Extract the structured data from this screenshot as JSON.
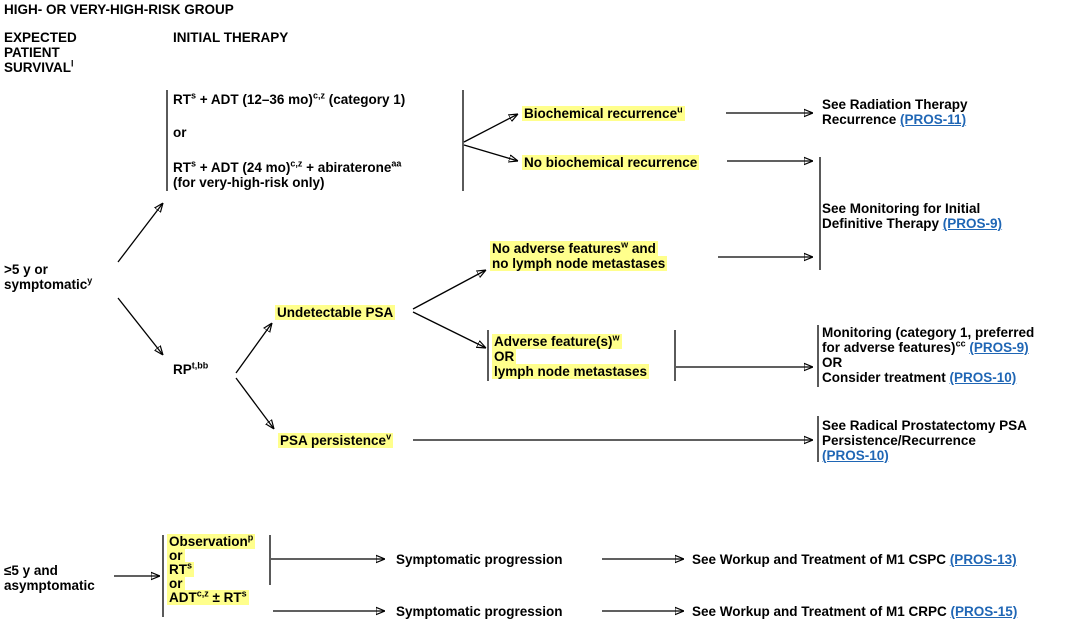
{
  "page_header": "HIGH- OR VERY-HIGH-RISK GROUP",
  "column_headers": {
    "expected_survival": [
      "EXPECTED",
      "PATIENT",
      "SURVIVAL"
    ],
    "expected_survival_sup": "l",
    "initial_therapy": "INITIAL THERAPY"
  },
  "survival_groups": {
    "long": {
      "line1": "&gt;5 y or",
      "line2": "symptomatic",
      "sup": "y"
    },
    "short": {
      "line1": "≤5 y and",
      "line2": "asymptomatic"
    }
  },
  "rt_branch": {
    "option1": {
      "a": "RT",
      "a_sup": "s",
      "b": " + ADT (12–36 mo)",
      "b_sup": "c,z",
      "c": " (category 1)"
    },
    "or": "or",
    "option2": {
      "a": "RT",
      "a_sup": "s",
      "b": " + ADT (24 mo)",
      "b_sup": "c,z",
      "c": " + abiraterone",
      "c_sup": "aa"
    },
    "option2_note": "(for very-high-risk only)",
    "outcomes": {
      "recurrence": {
        "text": "Biochemical recurrence",
        "sup": "u"
      },
      "no_recurrence": {
        "text": "No biochemical recurrence"
      }
    },
    "see_rt_recurrence": {
      "line1": "See Radiation Therapy",
      "line2": "Recurrence ",
      "link": "(PROS-11)"
    }
  },
  "monitoring_initial": {
    "line1": "See Monitoring for Initial",
    "line2": "Definitive Therapy ",
    "link": "(PROS-9)"
  },
  "rp_branch": {
    "label": "RP",
    "sup": "t,bb",
    "undetectable": "Undetectable PSA",
    "no_adverse": {
      "line1": "No adverse features",
      "sup": "w",
      "line1_end": " and",
      "line2": "no lymph node metastases"
    },
    "adverse": {
      "line1": "Adverse feature(s)",
      "sup": "w",
      "or": "OR",
      "line2": "lymph node metastases"
    },
    "adverse_result": {
      "line1": "Monitoring (category 1, preferred",
      "line2": "for adverse features)",
      "line2_sup": "cc",
      "line2_gap": " ",
      "link1": "(PROS-9)",
      "or": "OR",
      "line3": "Consider treatment ",
      "link2": "(PROS-10)"
    },
    "persistence": {
      "text": "PSA persistence",
      "sup": "v"
    },
    "persistence_result": {
      "line1": "See Radical Prostatectomy PSA",
      "line2": "Persistence/Recurrence",
      "link": "(PROS-10)"
    }
  },
  "short_branch": {
    "observation": {
      "text": "Observation",
      "sup": "p"
    },
    "or1": "or",
    "rt": {
      "text": "RT",
      "sup": "s"
    },
    "or2": "or",
    "adt": {
      "a": "ADT",
      "a_sup": "c,z",
      "b": " ± RT",
      "b_sup": "s"
    },
    "progression1": "Symptomatic progression",
    "result1": {
      "text": "See Workup and Treatment of M1 CSPC ",
      "link": "(PROS-13)"
    },
    "progression2": "Symptomatic progression",
    "result2": {
      "text": "See Workup and Treatment of M1 CRPC ",
      "link": "(PROS-15)"
    }
  },
  "colors": {
    "highlight": "#ffff8c",
    "link": "#1f66b5",
    "line": "#000000"
  }
}
